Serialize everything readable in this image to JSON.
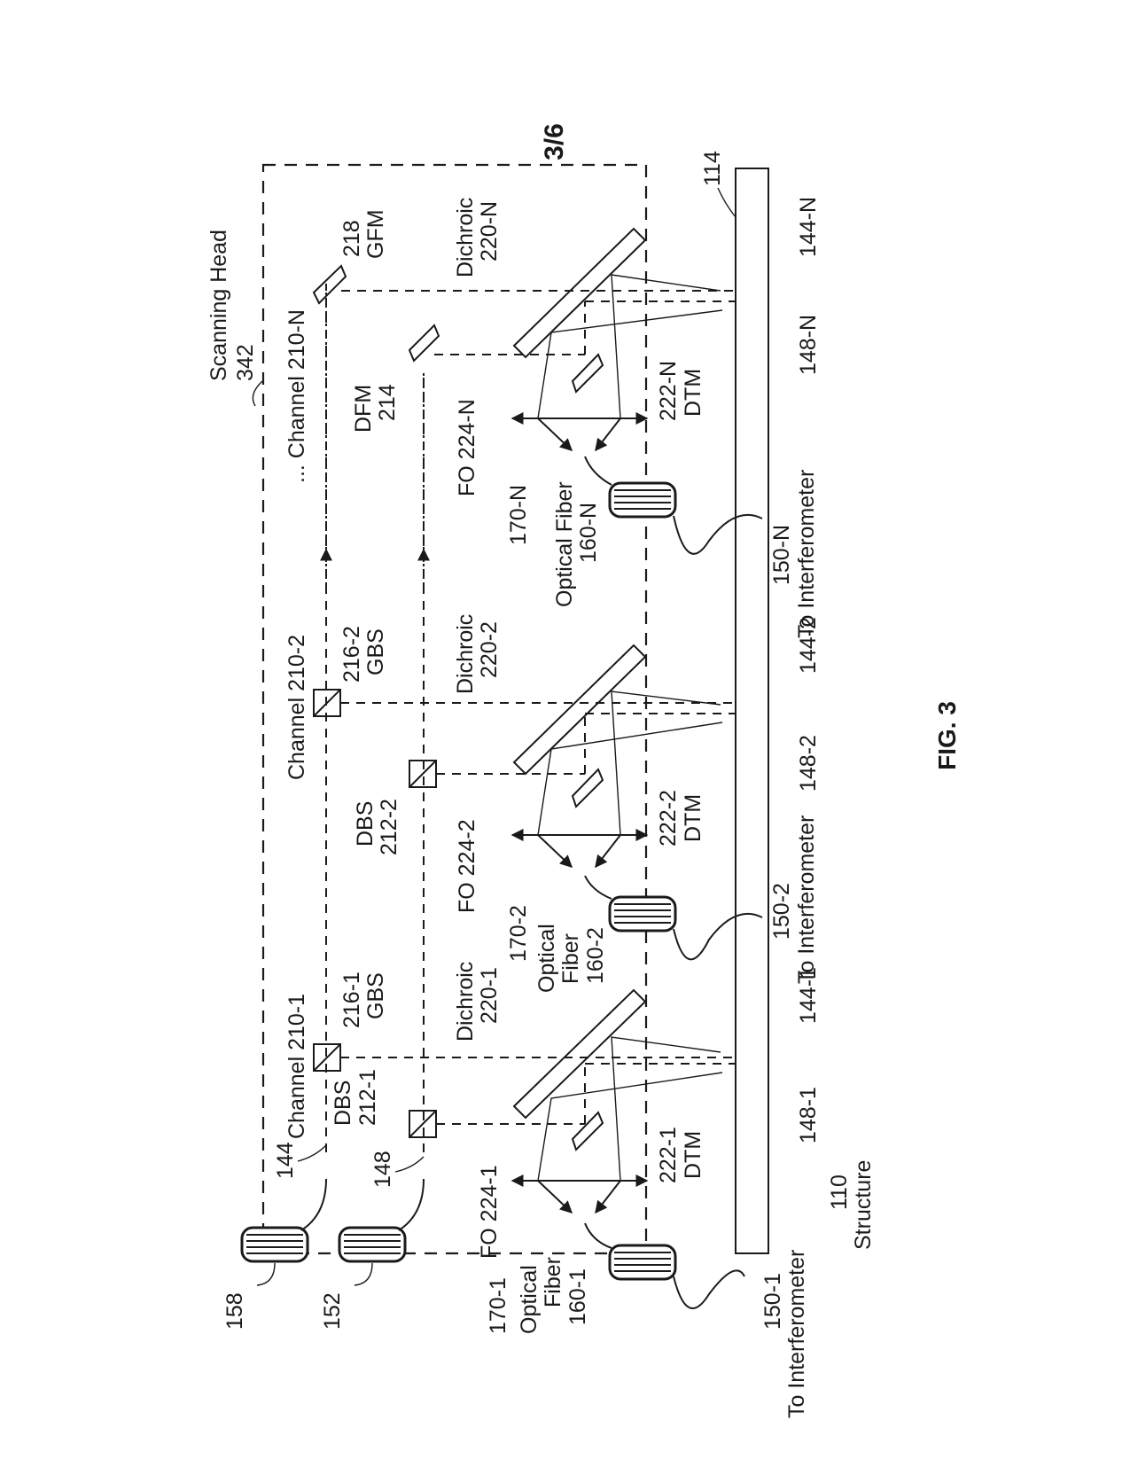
{
  "page": {
    "sheet_number": "3/6",
    "figure_label": "FIG. 3"
  },
  "housing": {
    "ref": "342",
    "name": "Scanning Head"
  },
  "structure": {
    "ref": "110",
    "name": "Structure",
    "surface_ref": "114"
  },
  "beams": {
    "gauging": "144",
    "distance": "148"
  },
  "sources": {
    "gauging_fiber_coil": "158",
    "distance_fiber_coil": "152"
  },
  "channels": [
    {
      "channel": "Channel 210-1",
      "gbs": [
        "216-1",
        "GBS"
      ],
      "dbs": [
        "DBS",
        "212-1"
      ],
      "dichroic": [
        "Dichroic",
        "220-1"
      ],
      "dtm": [
        "222-1",
        "DTM"
      ],
      "fo": "FO 224-1",
      "beam_ref": "170-1",
      "fiber": [
        "Optical",
        "Fiber",
        "160-1"
      ],
      "out": [
        "150-1",
        "To Interferometer"
      ],
      "spot_gauge": "144-1",
      "spot_dist": "148-1"
    },
    {
      "channel": "Channel 210-2",
      "gbs": [
        "216-2",
        "GBS"
      ],
      "dbs": [
        "DBS",
        "212-2"
      ],
      "dichroic": [
        "Dichroic",
        "220-2"
      ],
      "dtm": [
        "222-2",
        "DTM"
      ],
      "fo": "FO 224-2",
      "beam_ref": "170-2",
      "fiber": [
        "Optical",
        "Fiber",
        "160-2"
      ],
      "out": [
        "150-2",
        "To Interferometer"
      ],
      "spot_gauge": "144-2",
      "spot_dist": "148-2"
    },
    {
      "channel": "... Channel 210-N",
      "gfm": [
        "218",
        "GFM"
      ],
      "dfm": [
        "DFM",
        "214"
      ],
      "dichroic": [
        "Dichroic",
        "220-N"
      ],
      "dtm": [
        "222-N",
        "DTM"
      ],
      "fo": "FO 224-N",
      "beam_ref": "170-N",
      "fiber": [
        "Optical Fiber",
        "160-N"
      ],
      "out": [
        "150-N",
        "To Interferometer"
      ],
      "spot_gauge": "144-N",
      "spot_dist": "148-N"
    }
  ]
}
